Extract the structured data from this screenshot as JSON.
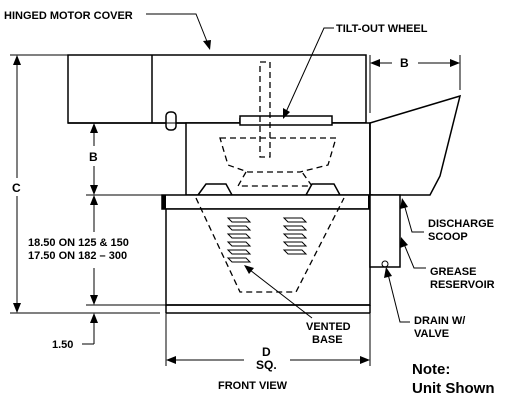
{
  "labels": {
    "hinged_motor_cover": "HINGED MOTOR COVER",
    "tilt_out_wheel": "TILT-OUT WHEEL",
    "dim_b_top": "B",
    "dim_b_left": "B",
    "dim_c": "C",
    "height_line1": "18.50 ON 125 & 150",
    "height_line2": "17.50 ON 182 – 300",
    "dim_150": "1.50",
    "vented_base_line1": "VENTED",
    "vented_base_line2": "BASE",
    "dim_d": "D",
    "dim_d_sq": "SQ.",
    "front_view": "FRONT VIEW",
    "discharge_line1": "DISCHARGE",
    "discharge_line2": "SCOOP",
    "grease_line1": "GREASE",
    "grease_line2": "RESERVOIR",
    "drain_line1": "DRAIN W/",
    "drain_line2": "VALVE",
    "note_line1": "Note:",
    "note_line2": "Unit Shown"
  }
}
